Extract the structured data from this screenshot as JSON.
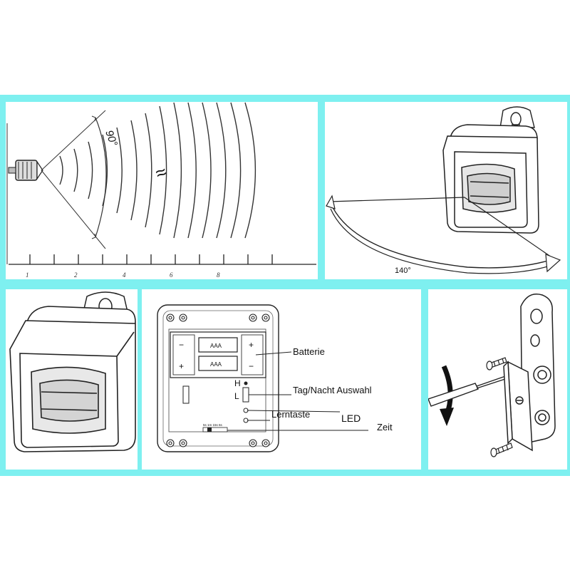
{
  "coverage": {
    "angle_label": "90°",
    "range_label": "≈",
    "ticks": [
      "1",
      "2",
      "4",
      "6",
      "8"
    ]
  },
  "swivel": {
    "angle_label": "140°"
  },
  "board": {
    "battery_cell": "AAA",
    "battery_label": "Batterie",
    "switch_label": "Tag/Nacht Auswahl",
    "switch_high": "H",
    "switch_low": "L",
    "learn_label": "Lerntaste",
    "led_label": "LED",
    "time_label": "Zeit",
    "time_scale": "5s 1m 15s 6s"
  }
}
